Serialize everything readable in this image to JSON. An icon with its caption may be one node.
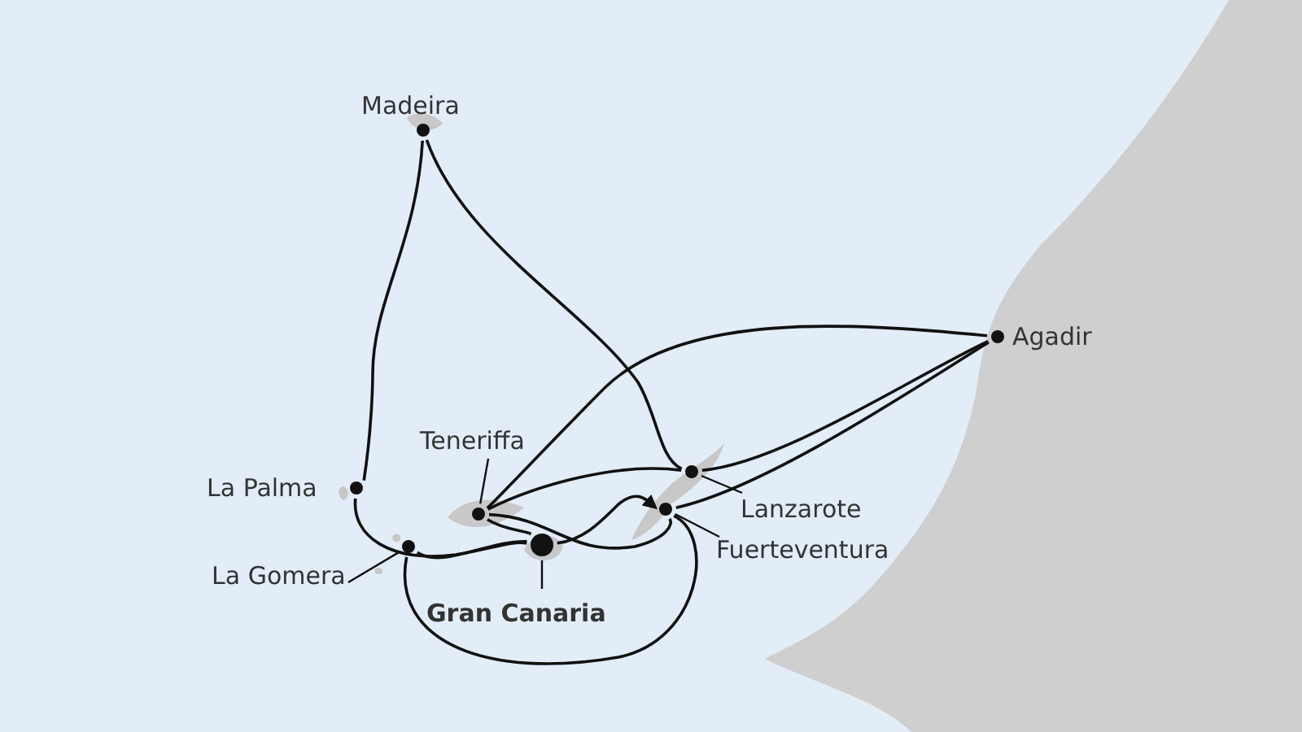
{
  "diagram": {
    "nodes": [
      {
        "text": [],
        "shape": "circle",
        "beside": [
          "Madeira"
        ]
      },
      {
        "text": [],
        "shape": "circle",
        "beside": [
          "Agadir"
        ]
      },
      {
        "text": [],
        "shape": "circle",
        "beside": [
          "La Palma"
        ]
      },
      {
        "text": [
          "Teneriffa"
        ]
      },
      {
        "text": [],
        "shape": "circle"
      },
      {
        "text": [],
        "shape": "circle"
      },
      {
        "text": [
          "Lanzarote"
        ]
      },
      {
        "text": [],
        "shape": "circle"
      },
      {
        "text": [],
        "shape": "circle"
      },
      {
        "text": [],
        "shape": "circle"
      },
      {
        "text": [
          "Fuerteventura"
        ]
      },
      {
        "text": [
          "La Gomera"
        ]
      },
      {
        "text": [
          "Gran Canaria"
        ]
      }
    ],
    "edges": [
      {
        "from": 0,
        "to": 2,
        "arrow": "none"
      },
      {
        "from": 0,
        "to": 5,
        "arrow": "none"
      },
      {
        "from": 1,
        "to": 4,
        "arrow": "none"
      },
      {
        "from": 1,
        "to": 5,
        "arrow": "none"
      },
      {
        "from": 1,
        "to": 9,
        "arrow": "none"
      },
      {
        "from": 4,
        "to": 8,
        "arrow": "none"
      },
      {
        "from": 8,
        "to": 9,
        "arrow": "to"
      },
      {
        "from": 4,
        "to": 5,
        "arrow": "none"
      },
      {
        "from": 7,
        "to": 8,
        "arrow": "none"
      },
      {
        "from": 2,
        "to": 8,
        "arrow": "none"
      },
      {
        "from": 7,
        "to": 9,
        "arrow": "none"
      },
      {
        "from": 4,
        "to": 9,
        "arrow": "none"
      },
      {
        "from": 3,
        "to": 4,
        "arrow": "none"
      },
      {
        "from": 11,
        "to": 7,
        "arrow": "none"
      },
      {
        "from": 12,
        "to": 8,
        "arrow": "none"
      },
      {
        "from": 6,
        "to": 5,
        "arrow": "none"
      },
      {
        "from": 10,
        "to": 9,
        "arrow": "none"
      }
    ]
  }
}
